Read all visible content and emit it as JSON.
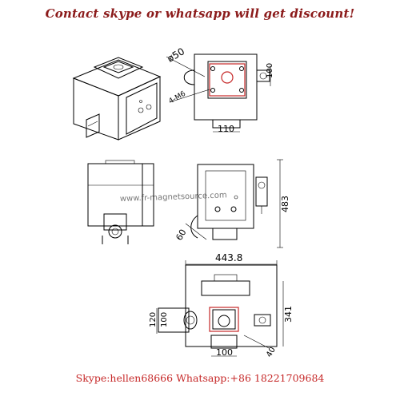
{
  "banner": "Contact skype or whatsapp will get discount!",
  "footer": "Skype:hellen68666 Whatsapp:+86 18221709684",
  "watermark": "www.fr-magnetsource.com",
  "dims": {
    "d50": "ø50",
    "m6": "4-M6",
    "w100_top": "100",
    "w110": "110",
    "h483": "483",
    "d60": "60",
    "w443": "443.8",
    "h120": "120",
    "h100_left": "100",
    "h341": "341",
    "w100_bottom": "100",
    "d40": "40"
  },
  "colors": {
    "banner": "#8b1a1a",
    "footer": "#c62828",
    "accent": "#c62828"
  }
}
